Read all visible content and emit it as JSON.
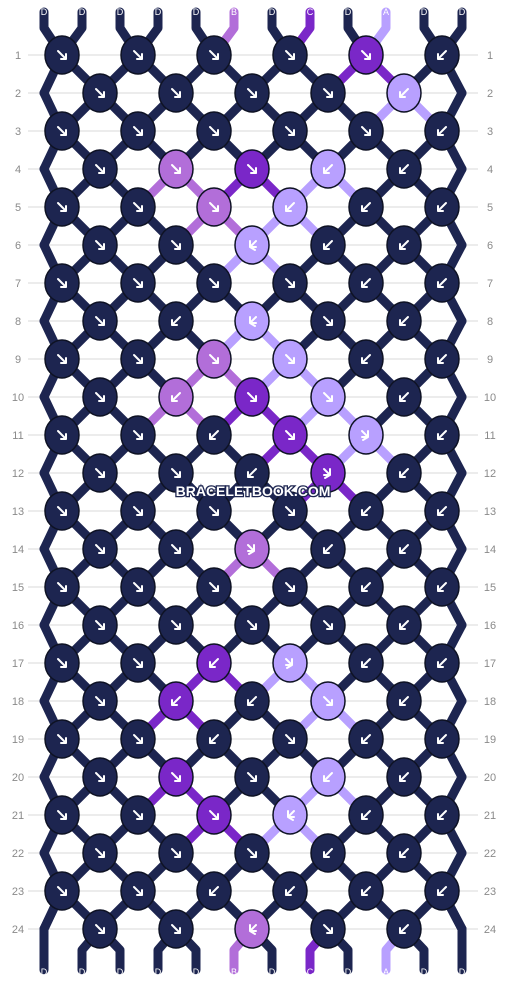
{
  "site": {
    "watermark": "BRACELETBOOK.COM"
  },
  "colors": {
    "D": "#1d2550",
    "B": "#b26ed9",
    "C": "#7a27c8",
    "A": "#b8a0ff",
    "knot_outline": "#0e1224",
    "arrow": "#ffffff",
    "grid": "#d8d8d8"
  },
  "strings": {
    "top": [
      "D",
      "D",
      "D",
      "D",
      "D",
      "B",
      "D",
      "C",
      "D",
      "A",
      "D",
      "D"
    ],
    "bottom": [
      "D",
      "D",
      "D",
      "D",
      "D",
      "B",
      "D",
      "C",
      "D",
      "A",
      "D",
      "D"
    ]
  },
  "rows": {
    "count": 24,
    "left_labels": [
      "1",
      "2",
      "3",
      "4",
      "5",
      "6",
      "7",
      "8",
      "9",
      "10",
      "11",
      "12",
      "13",
      "14",
      "15",
      "16",
      "17",
      "18",
      "19",
      "20",
      "21",
      "22",
      "23",
      "24"
    ],
    "right_labels": [
      "1",
      "2",
      "3",
      "4",
      "5",
      "6",
      "7",
      "8",
      "9",
      "10",
      "11",
      "12",
      "13",
      "14",
      "15",
      "16",
      "17",
      "18",
      "19",
      "20",
      "21",
      "22",
      "23",
      "24"
    ]
  },
  "knots": [
    [
      [
        "D",
        "fw"
      ],
      [
        "D",
        "fw"
      ],
      [
        "D",
        "fw"
      ],
      [
        "D",
        "fw"
      ],
      [
        "C",
        "fw"
      ],
      [
        "D",
        "bw"
      ]
    ],
    [
      [
        "D",
        "fw"
      ],
      [
        "D",
        "fw"
      ],
      [
        "D",
        "fw"
      ],
      [
        "D",
        "fw"
      ],
      [
        "A",
        "bw"
      ]
    ],
    [
      [
        "D",
        "fw"
      ],
      [
        "D",
        "fw"
      ],
      [
        "D",
        "fw"
      ],
      [
        "D",
        "fw"
      ],
      [
        "D",
        "fw"
      ],
      [
        "D",
        "bw"
      ]
    ],
    [
      [
        "D",
        "fw"
      ],
      [
        "B",
        "fw"
      ],
      [
        "C",
        "fw"
      ],
      [
        "A",
        "bw"
      ],
      [
        "D",
        "bw"
      ]
    ],
    [
      [
        "D",
        "fw"
      ],
      [
        "D",
        "fw"
      ],
      [
        "B",
        "fw"
      ],
      [
        "A",
        "bw"
      ],
      [
        "D",
        "bw"
      ],
      [
        "D",
        "bw"
      ]
    ],
    [
      [
        "D",
        "fw"
      ],
      [
        "D",
        "fw"
      ],
      [
        "A",
        "bf"
      ],
      [
        "D",
        "bw"
      ],
      [
        "D",
        "bw"
      ]
    ],
    [
      [
        "D",
        "fw"
      ],
      [
        "D",
        "fw"
      ],
      [
        "D",
        "fw"
      ],
      [
        "D",
        "fw"
      ],
      [
        "D",
        "bw"
      ],
      [
        "D",
        "bw"
      ]
    ],
    [
      [
        "D",
        "fw"
      ],
      [
        "D",
        "bw"
      ],
      [
        "A",
        "bf"
      ],
      [
        "D",
        "fw"
      ],
      [
        "D",
        "bw"
      ]
    ],
    [
      [
        "D",
        "fw"
      ],
      [
        "D",
        "fw"
      ],
      [
        "B",
        "fw"
      ],
      [
        "A",
        "fw"
      ],
      [
        "D",
        "bw"
      ],
      [
        "D",
        "bw"
      ]
    ],
    [
      [
        "D",
        "fw"
      ],
      [
        "B",
        "bw"
      ],
      [
        "C",
        "fw"
      ],
      [
        "A",
        "fw"
      ],
      [
        "D",
        "bw"
      ]
    ],
    [
      [
        "D",
        "fw"
      ],
      [
        "D",
        "fw"
      ],
      [
        "D",
        "bw"
      ],
      [
        "C",
        "fw"
      ],
      [
        "A",
        "fb"
      ],
      [
        "D",
        "bw"
      ]
    ],
    [
      [
        "D",
        "fw"
      ],
      [
        "D",
        "fw"
      ],
      [
        "D",
        "bw"
      ],
      [
        "C",
        "fb"
      ],
      [
        "D",
        "bw"
      ]
    ],
    [
      [
        "D",
        "fw"
      ],
      [
        "D",
        "fw"
      ],
      [
        "D",
        "fw"
      ],
      [
        "D",
        "fw"
      ],
      [
        "D",
        "bw"
      ],
      [
        "D",
        "bw"
      ]
    ],
    [
      [
        "D",
        "fw"
      ],
      [
        "D",
        "fw"
      ],
      [
        "B",
        "fb"
      ],
      [
        "D",
        "bw"
      ],
      [
        "D",
        "bw"
      ]
    ],
    [
      [
        "D",
        "fw"
      ],
      [
        "D",
        "fw"
      ],
      [
        "D",
        "fw"
      ],
      [
        "D",
        "fw"
      ],
      [
        "D",
        "bw"
      ],
      [
        "D",
        "bw"
      ]
    ],
    [
      [
        "D",
        "fw"
      ],
      [
        "D",
        "fw"
      ],
      [
        "D",
        "fw"
      ],
      [
        "D",
        "fw"
      ],
      [
        "D",
        "bw"
      ]
    ],
    [
      [
        "D",
        "fw"
      ],
      [
        "D",
        "fw"
      ],
      [
        "C",
        "bw"
      ],
      [
        "A",
        "fb"
      ],
      [
        "D",
        "bw"
      ],
      [
        "D",
        "bw"
      ]
    ],
    [
      [
        "D",
        "fw"
      ],
      [
        "C",
        "bw"
      ],
      [
        "D",
        "bw"
      ],
      [
        "A",
        "fw"
      ],
      [
        "D",
        "bw"
      ]
    ],
    [
      [
        "D",
        "fw"
      ],
      [
        "D",
        "fw"
      ],
      [
        "D",
        "bw"
      ],
      [
        "D",
        "fw"
      ],
      [
        "D",
        "bw"
      ],
      [
        "D",
        "bw"
      ]
    ],
    [
      [
        "D",
        "fw"
      ],
      [
        "C",
        "fw"
      ],
      [
        "D",
        "fw"
      ],
      [
        "A",
        "bw"
      ],
      [
        "D",
        "bw"
      ]
    ],
    [
      [
        "D",
        "fw"
      ],
      [
        "D",
        "fw"
      ],
      [
        "C",
        "fw"
      ],
      [
        "A",
        "bf"
      ],
      [
        "D",
        "bw"
      ],
      [
        "D",
        "bw"
      ]
    ],
    [
      [
        "D",
        "fw"
      ],
      [
        "D",
        "fw"
      ],
      [
        "D",
        "fw"
      ],
      [
        "D",
        "bw"
      ],
      [
        "D",
        "bw"
      ]
    ],
    [
      [
        "D",
        "fw"
      ],
      [
        "D",
        "fw"
      ],
      [
        "D",
        "bw"
      ],
      [
        "D",
        "bw"
      ],
      [
        "D",
        "bw"
      ],
      [
        "D",
        "bw"
      ]
    ],
    [
      [
        "D",
        "fw"
      ],
      [
        "D",
        "fw"
      ],
      [
        "B",
        "bf"
      ],
      [
        "D",
        "fw"
      ],
      [
        "D",
        "bw"
      ]
    ]
  ]
}
